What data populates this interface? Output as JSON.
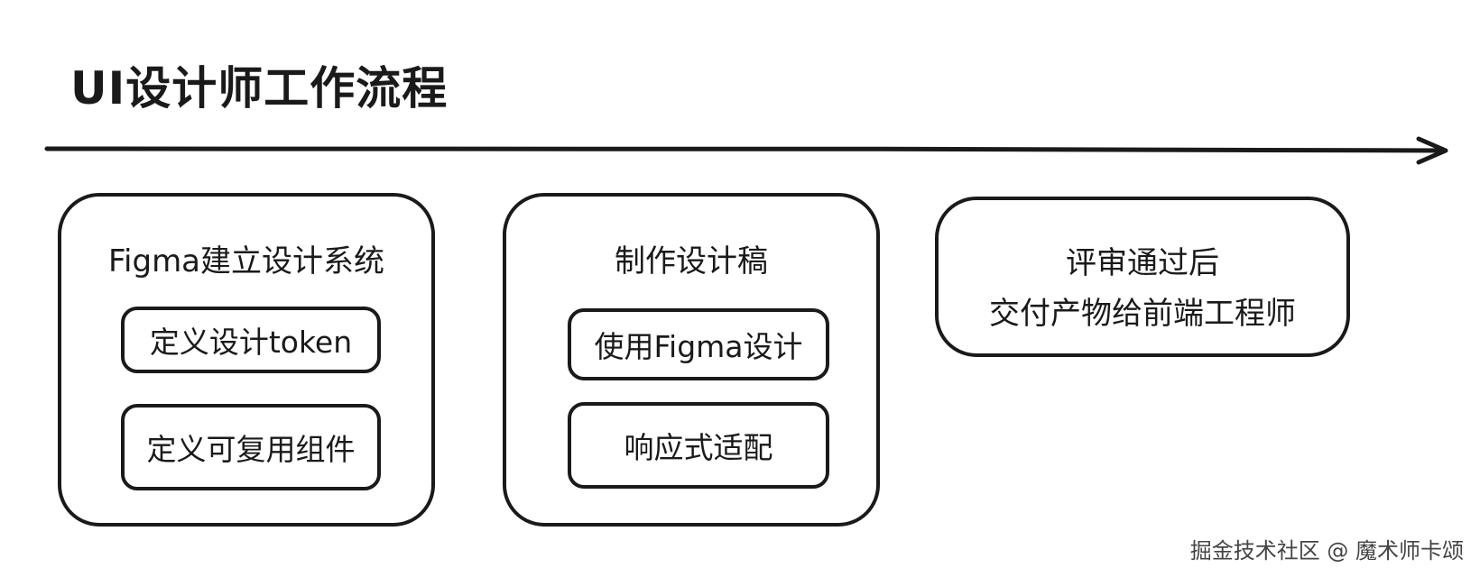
{
  "title": "UI设计师工作流程",
  "timeline_color": "#1a1a1a",
  "boxes": [
    {
      "title": "Figma建立设计系统",
      "items": [
        "定义设计token",
        "定义可复用组件"
      ]
    },
    {
      "title": "制作设计稿",
      "items": [
        "使用Figma设计",
        "响应式适配"
      ]
    },
    {
      "lines": [
        "评审通过后",
        "交付产物给前端工程师"
      ]
    }
  ],
  "watermark": "掘金技术社区 @ 魔术师卡颂"
}
